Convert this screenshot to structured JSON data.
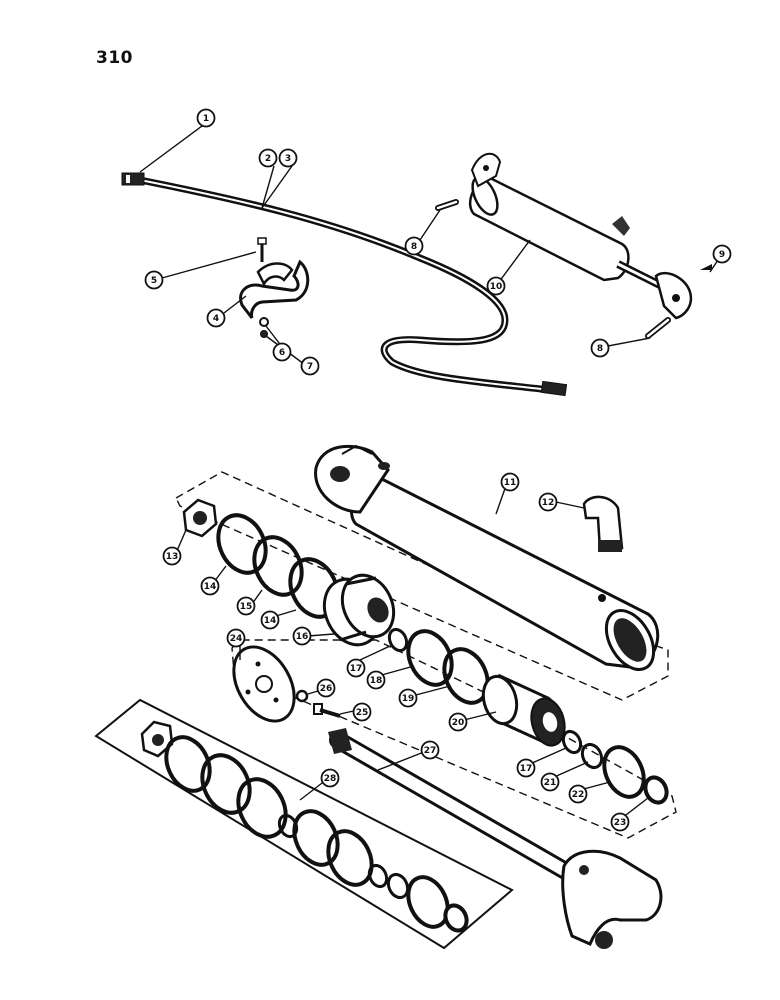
{
  "page": {
    "number": "310"
  },
  "callouts": [
    {
      "id": "c1",
      "label": "1"
    },
    {
      "id": "c2",
      "label": "2"
    },
    {
      "id": "c3",
      "label": "3"
    },
    {
      "id": "c4",
      "label": "4"
    },
    {
      "id": "c5",
      "label": "5"
    },
    {
      "id": "c6",
      "label": "6"
    },
    {
      "id": "c7",
      "label": "7"
    },
    {
      "id": "c8a",
      "label": "8"
    },
    {
      "id": "c9",
      "label": "9"
    },
    {
      "id": "c10",
      "label": "10"
    },
    {
      "id": "c8b",
      "label": "8"
    },
    {
      "id": "c11",
      "label": "11"
    },
    {
      "id": "c12",
      "label": "12"
    },
    {
      "id": "c13",
      "label": "13"
    },
    {
      "id": "c14a",
      "label": "14"
    },
    {
      "id": "c15",
      "label": "15"
    },
    {
      "id": "c14b",
      "label": "14"
    },
    {
      "id": "c16",
      "label": "16"
    },
    {
      "id": "c24",
      "label": "24"
    },
    {
      "id": "c17a",
      "label": "17"
    },
    {
      "id": "c18",
      "label": "18"
    },
    {
      "id": "c19",
      "label": "19"
    },
    {
      "id": "c26",
      "label": "26"
    },
    {
      "id": "c25",
      "label": "25"
    },
    {
      "id": "c20",
      "label": "20"
    },
    {
      "id": "c27",
      "label": "27"
    },
    {
      "id": "c17b",
      "label": "17"
    },
    {
      "id": "c21",
      "label": "21"
    },
    {
      "id": "c22",
      "label": "22"
    },
    {
      "id": "c23",
      "label": "23"
    },
    {
      "id": "c28",
      "label": "28"
    }
  ]
}
